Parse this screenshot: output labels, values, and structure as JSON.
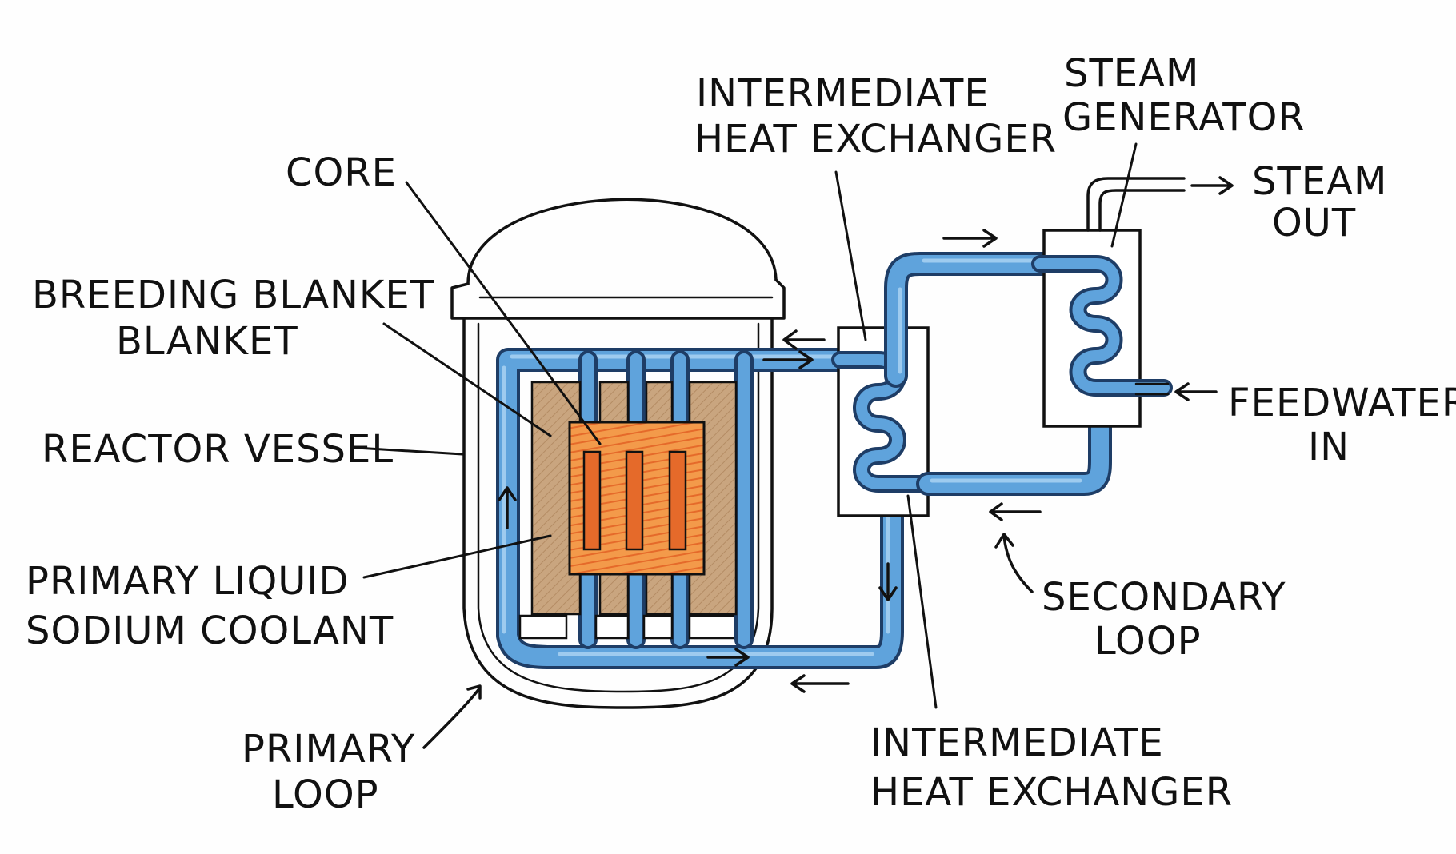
{
  "labels": {
    "core": "CORE",
    "breeding_blanket_1": "BREEDING BLANKET",
    "breeding_blanket_2": "BLANKET",
    "reactor_vessel": "REACTOR VESSEL",
    "primary_coolant_1": "PRIMARY LIQUID",
    "primary_coolant_2": "SODIUM COOLANT",
    "primary_loop_1": "PRIMARY",
    "primary_loop_2": "LOOP",
    "ihx_top_1": "INTERMEDIATE",
    "ihx_top_2": "HEAT EXCHANGER",
    "ihx_bottom_1": "INTERMEDIATE",
    "ihx_bottom_2": "HEAT EXCHANGER",
    "steam_generator_1": "STEAM",
    "steam_generator_2": "GENERATOR",
    "steam_out_1": "STEAM",
    "steam_out_2": "OUT",
    "feedwater_1": "FEEDWATER",
    "feedwater_2": "IN",
    "secondary_loop_1": "SECONDARY",
    "secondary_loop_2": "LOOP"
  },
  "colors": {
    "coolant": "#5fa3dc",
    "coolant_dark": "#1e3d66",
    "blanket": "#c9a57f",
    "core": "#ef8a3c",
    "core_rods": "#e0612a",
    "ink": "#111111"
  }
}
